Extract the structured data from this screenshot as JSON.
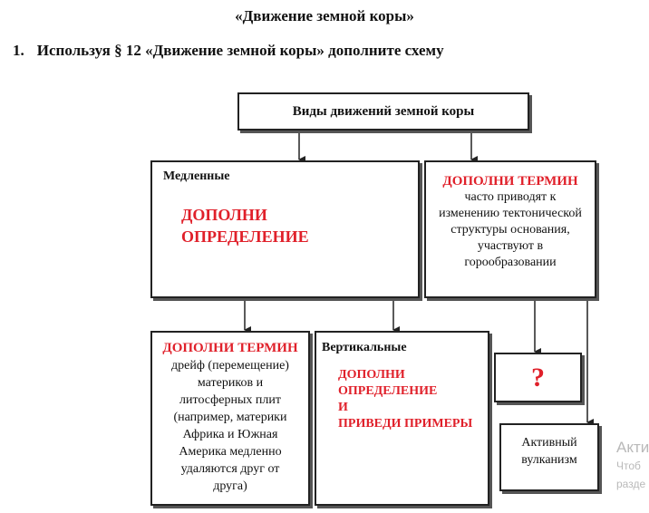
{
  "header": {
    "title": "«Движение земной коры»",
    "task_number": "1.",
    "task_text": "Используя § 12 «Движение земной коры» дополните схему"
  },
  "scheme": {
    "root": "Виды движений земной коры",
    "slow": {
      "label": "Медленные",
      "fill_line1": "ДОПОЛНИ",
      "fill_line2": "ОПРЕДЕЛЕНИЕ"
    },
    "fast": {
      "fill": "ДОПОЛНИ ТЕРМИН",
      "lines": [
        "часто приводят к",
        "изменению тектонической",
        "структуры основания,",
        "участвуют в",
        "горообразовании"
      ]
    },
    "horizontal": {
      "fill": "ДОПОЛНИ ТЕРМИН",
      "lines": [
        "дрейф (перемещение)",
        "материков и",
        "литосферных плит",
        "(например, материки",
        "Африка и Южная",
        "Америка медленно",
        "удаляются друг от",
        "друга)"
      ]
    },
    "vertical": {
      "label": "Вертикальные",
      "fill_lines": [
        "ДОПОЛНИ",
        "ОПРЕДЕЛЕНИЕ",
        "И",
        "ПРИВЕДИ ПРИМЕРЫ"
      ]
    },
    "unknown": "?",
    "volcanism": [
      "Активный",
      "вулканизм"
    ]
  },
  "watermark": {
    "line1": "Акти",
    "line2": "Чтоб",
    "line3": "разде"
  },
  "colors": {
    "accent_red": "#e0202a",
    "border": "#222222"
  }
}
